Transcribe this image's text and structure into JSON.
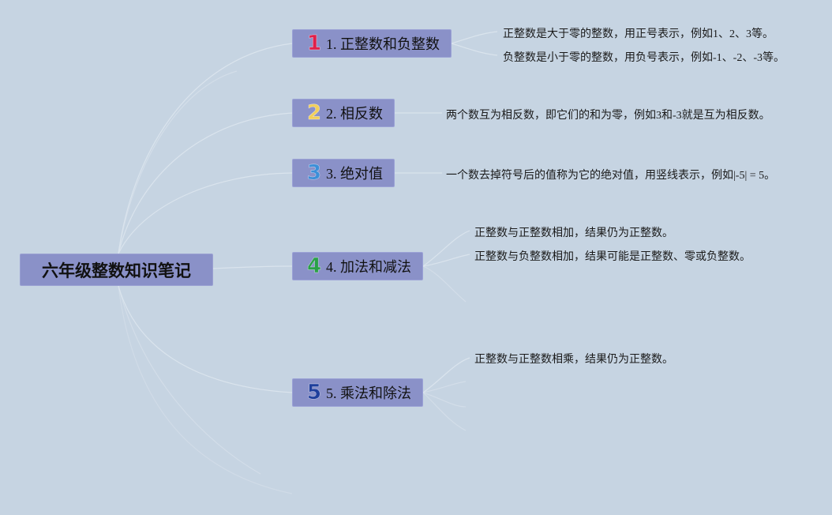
{
  "root": {
    "title": "六年级整数知识笔记"
  },
  "colors": {
    "background": "#c6d4e2",
    "node_fill": "#8a91c8",
    "num1": "#e0204a",
    "num2": "#f2cf5a",
    "num3": "#3c8fd8",
    "num4": "#2aa048",
    "num5": "#1f3f9c"
  },
  "branches": [
    {
      "number": "1",
      "label": "1. 正整数和负整数",
      "notes": [
        "正整数是大于零的整数，用正号表示，例如1、2、3等。",
        "负整数是小于零的整数，用负号表示，例如-1、-2、-3等。"
      ]
    },
    {
      "number": "2",
      "label": "2. 相反数",
      "notes": [
        "两个数互为相反数，即它们的和为零，例如3和-3就是互为相反数。"
      ]
    },
    {
      "number": "3",
      "label": "3. 绝对值",
      "notes": [
        "一个数去掉符号后的值称为它的绝对值，用竖线表示，例如|-5| = 5。"
      ]
    },
    {
      "number": "4",
      "label": "4. 加法和减法",
      "notes": [
        "正整数与正整数相加，结果仍为正整数。",
        "正整数与负整数相加，结果可能是正整数、零或负整数。"
      ]
    },
    {
      "number": "5",
      "label": "5. 乘法和除法",
      "notes": [
        "正整数与正整数相乘，结果仍为正整数。"
      ]
    }
  ]
}
